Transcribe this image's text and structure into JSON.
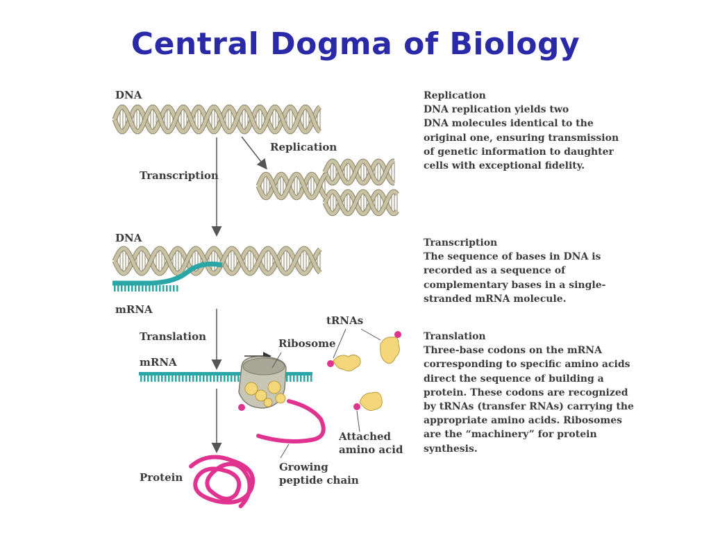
{
  "title": "Central Dogma of Biology",
  "diagram": {
    "labels": {
      "dna_top": "DNA",
      "replication": "Replication",
      "transcription": "Transcription",
      "dna_mid": "DNA",
      "mrna_mid": "mRNA",
      "translation": "Translation",
      "mrna_bottom": "mRNA",
      "trnas": "tRNAs",
      "ribosome": "Ribosome",
      "attached_amino_acid": [
        "Attached",
        "amino acid"
      ],
      "growing_peptide_chain": [
        "Growing",
        "peptide chain"
      ],
      "protein": "Protein"
    },
    "colors": {
      "dna": "#c9c2a4",
      "dna_outline": "#8a8266",
      "mrna": "#2aa6a6",
      "peptide": "#e0338f",
      "trna": "#f4d77a",
      "ribosome": "#c8c6b6",
      "arrow": "#555555"
    }
  },
  "descriptions": [
    {
      "heading": "Replication",
      "lines": [
        "DNA replication yields two",
        "DNA molecules identical to the",
        "original one, ensuring transmission",
        "of genetic information to daughter",
        "cells with exceptional fidelity."
      ]
    },
    {
      "heading": "Transcription",
      "lines": [
        "The sequence of bases in DNA is",
        "recorded as a sequence of",
        "complementary bases in a single-",
        "stranded mRNA molecule."
      ]
    },
    {
      "heading": "Translation",
      "lines": [
        "Three-base codons on the mRNA",
        "corresponding to specific amino acids",
        "direct the sequence of building a",
        "protein.  These codons are recognized",
        "by tRNAs (transfer RNAs) carrying the",
        "appropriate amino acids.  Ribosomes",
        "are the “machinery” for protein",
        "synthesis."
      ]
    }
  ]
}
